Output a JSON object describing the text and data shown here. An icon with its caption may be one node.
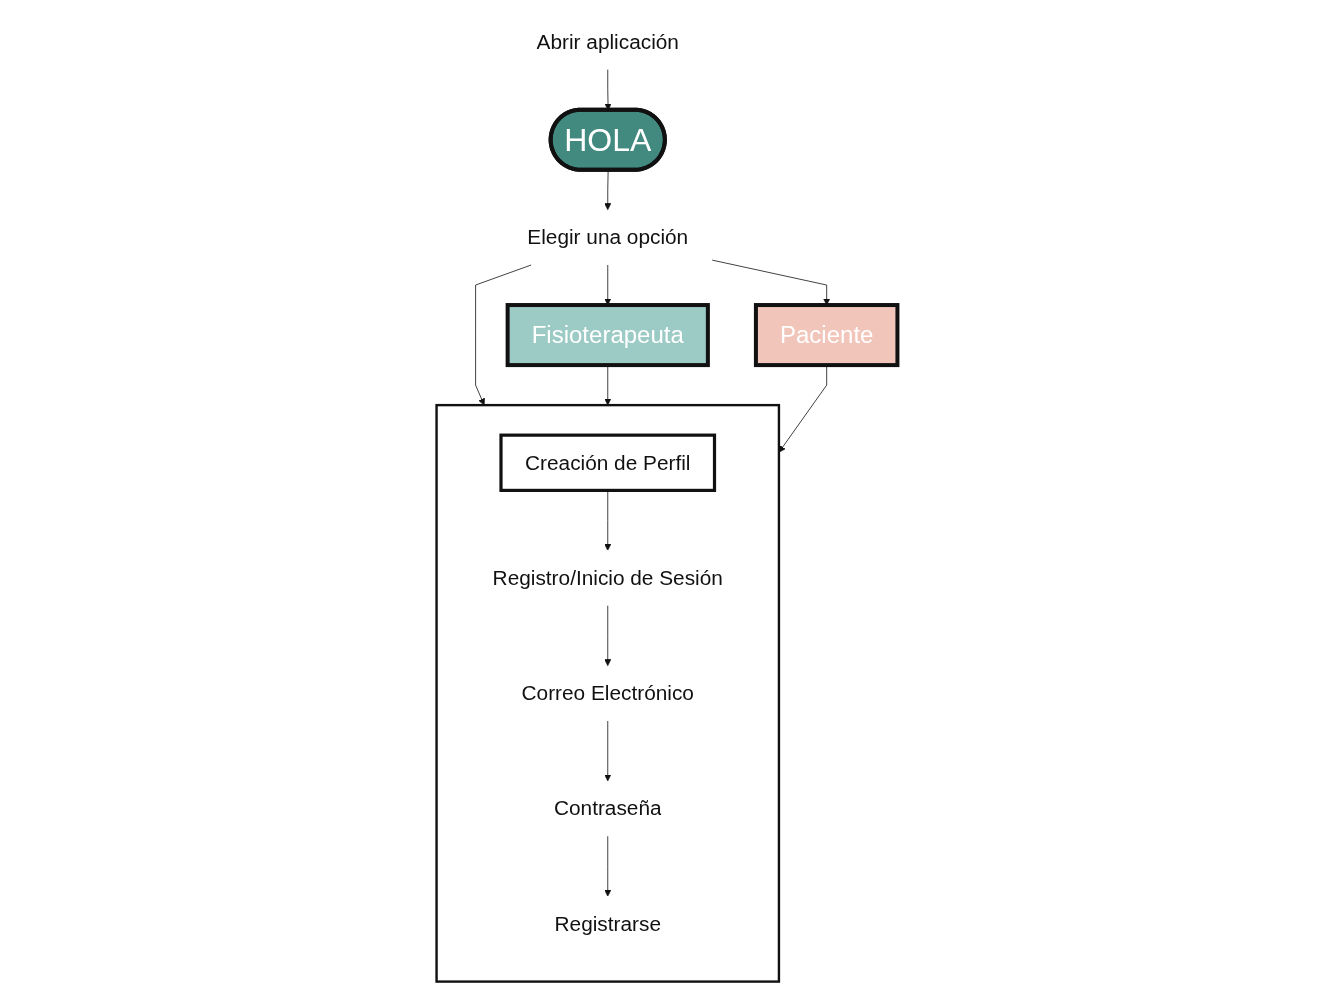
{
  "diagram": {
    "nodes": [
      {
        "text": [
          "Abrir aplicación"
        ]
      },
      {
        "text": [
          "HOLA"
        ]
      },
      {
        "text": [
          "Elegir una opción"
        ]
      },
      {
        "text": [
          "Fisioterapeuta"
        ]
      },
      {
        "text": [
          "Paciente"
        ]
      },
      {
        "text": [],
        "shape": "box"
      },
      {
        "text": [
          "Creación de Perfil"
        ],
        "in": 5
      },
      {
        "text": [
          "Registro/Inicio de Sesión"
        ],
        "in": 5
      },
      {
        "text": [
          "Correo Electrónico"
        ],
        "in": 5
      },
      {
        "text": [
          "Contraseña"
        ],
        "in": 5
      },
      {
        "text": [
          "Registrarse"
        ],
        "in": 5
      }
    ],
    "edges": [
      {
        "from": 0,
        "to": 1,
        "arrow": "to"
      },
      {
        "from": 1,
        "to": 2,
        "arrow": "to"
      },
      {
        "from": 2,
        "to": 3,
        "arrow": "to"
      },
      {
        "from": 2,
        "to": 4,
        "arrow": "to"
      },
      {
        "from": 2,
        "to": 5,
        "arrow": "to"
      },
      {
        "from": 3,
        "to": 5,
        "arrow": "to"
      },
      {
        "from": 4,
        "to": 5,
        "arrow": "to"
      },
      {
        "from": 6,
        "to": 7,
        "arrow": "to"
      },
      {
        "from": 7,
        "to": 8,
        "arrow": "to"
      },
      {
        "from": 8,
        "to": 9,
        "arrow": "to"
      },
      {
        "from": 9,
        "to": 10,
        "arrow": "to"
      }
    ]
  }
}
